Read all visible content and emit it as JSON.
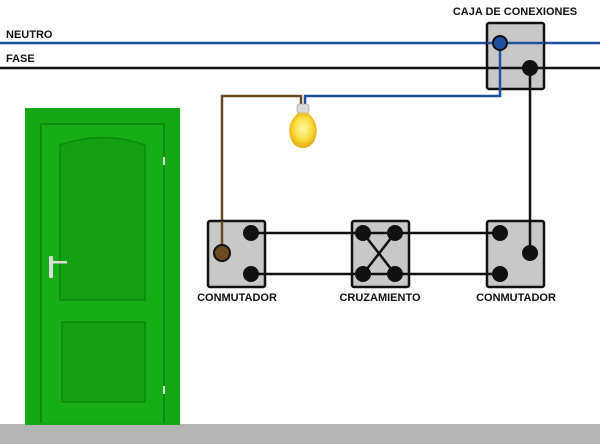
{
  "labels": {
    "neutral": "NEUTRO",
    "phase": "FASE",
    "junction_box": "CAJA DE CONEXIONES",
    "switch_left": "CONMUTADOR",
    "crossover": "CRUZAMIENTO",
    "switch_right": "CONMUTADOR"
  },
  "colors": {
    "neutral_wire": "#1f4fa0",
    "phase_wire": "#111111",
    "return_wire": "#6b4a22",
    "box_fill": "#c8c8c8",
    "door": "#1fb31f",
    "floor": "#b4b4b4"
  }
}
